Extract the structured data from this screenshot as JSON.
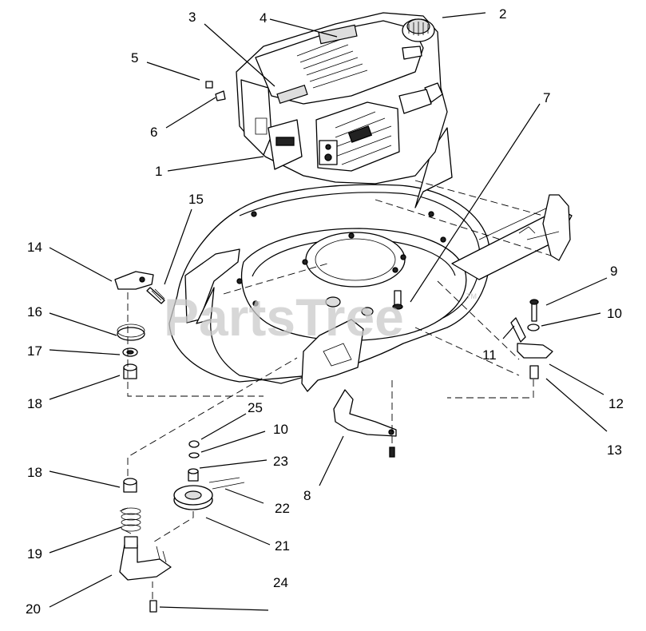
{
  "diagram": {
    "watermark": "PartsTree",
    "trademark": "TM",
    "labels": [
      {
        "id": "l1",
        "text": "1"
      },
      {
        "id": "l2",
        "text": "2"
      },
      {
        "id": "l3",
        "text": "3"
      },
      {
        "id": "l4",
        "text": "4"
      },
      {
        "id": "l5",
        "text": "5"
      },
      {
        "id": "l6",
        "text": "6"
      },
      {
        "id": "l7",
        "text": "7"
      },
      {
        "id": "l8",
        "text": "8"
      },
      {
        "id": "l9",
        "text": "9"
      },
      {
        "id": "l10a",
        "text": "10"
      },
      {
        "id": "l10b",
        "text": "10"
      },
      {
        "id": "l11",
        "text": "11"
      },
      {
        "id": "l12",
        "text": "12"
      },
      {
        "id": "l13",
        "text": "13"
      },
      {
        "id": "l14",
        "text": "14"
      },
      {
        "id": "l15",
        "text": "15"
      },
      {
        "id": "l16",
        "text": "16"
      },
      {
        "id": "l17",
        "text": "17"
      },
      {
        "id": "l18a",
        "text": "18"
      },
      {
        "id": "l18b",
        "text": "18"
      },
      {
        "id": "l19",
        "text": "19"
      },
      {
        "id": "l20",
        "text": "20"
      },
      {
        "id": "l21",
        "text": "21"
      },
      {
        "id": "l22",
        "text": "22"
      },
      {
        "id": "l23",
        "text": "23"
      },
      {
        "id": "l24",
        "text": "24"
      },
      {
        "id": "l25",
        "text": "25"
      }
    ]
  }
}
